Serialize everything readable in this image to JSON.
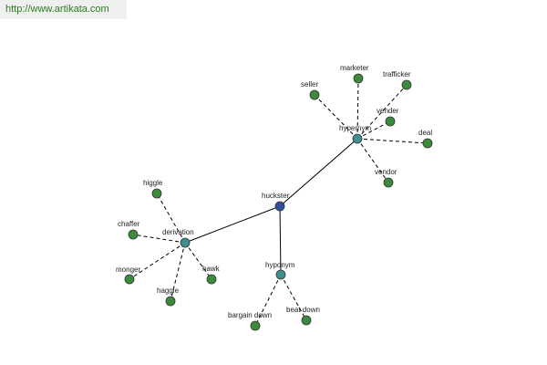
{
  "header": {
    "url_text": "http://www.artikata.com"
  },
  "colors": {
    "root": "#2f4f9e",
    "hub": "#3f8f8f",
    "leaf": "#3c8a3c",
    "url": "#2a7d1f"
  },
  "graph": {
    "root": {
      "id": "huckster",
      "label": "huckster",
      "kind": "root"
    },
    "hubs": [
      {
        "id": "hypernym",
        "label": "hypernym",
        "kind": "hub",
        "leaves": [
          {
            "id": "seller",
            "label": "seller"
          },
          {
            "id": "marketer",
            "label": "marketer"
          },
          {
            "id": "trafficker",
            "label": "trafficker"
          },
          {
            "id": "vender",
            "label": "vender"
          },
          {
            "id": "deal",
            "label": "deal"
          },
          {
            "id": "vendor",
            "label": "vendor"
          }
        ]
      },
      {
        "id": "derivation",
        "label": "derivation",
        "kind": "hub",
        "leaves": [
          {
            "id": "higgle",
            "label": "higgle"
          },
          {
            "id": "chaffer",
            "label": "chaffer"
          },
          {
            "id": "monger",
            "label": "monger"
          },
          {
            "id": "haggle",
            "label": "haggle"
          },
          {
            "id": "hawk",
            "label": "hawk"
          }
        ]
      },
      {
        "id": "hyponym",
        "label": "hyponym",
        "kind": "hub",
        "leaves": [
          {
            "id": "bargain-down",
            "label": "bargain down"
          },
          {
            "id": "beat-down",
            "label": "beat down"
          }
        ]
      }
    ]
  }
}
